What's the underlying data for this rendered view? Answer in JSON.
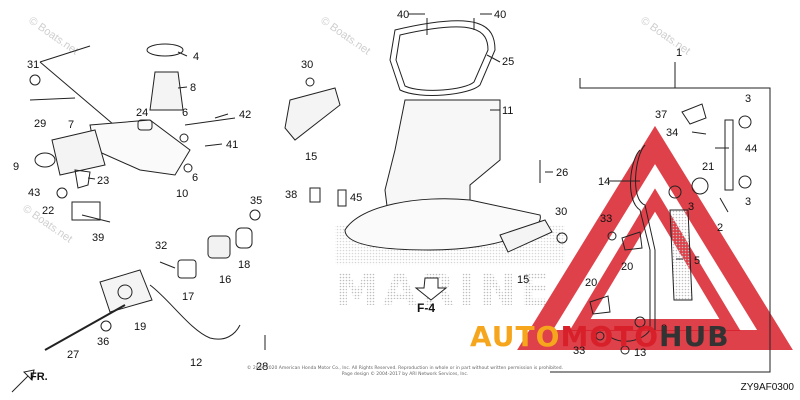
{
  "diagram_code": "ZY9AF0300",
  "direction_label": "FR.",
  "ref_label": "F-4",
  "watermark_text": "© Boats.net",
  "copyright_lines": [
    "© 2004-2020 American Honda Motor Co., Inc. All Rights Reserved. Reproduction in whole or in part without written permission is prohibited.",
    "Page design © 2004-2017 by ARI Network Services, Inc."
  ],
  "marine_watermark": "MARINE",
  "brand": {
    "auto": "AUTO",
    "moto": "MOTO",
    "hub": "HUB"
  },
  "colors": {
    "line": "#222222",
    "watermark": "#c8c8c8",
    "logo_red": "#d8202a",
    "logo_orange": "#f6a61c",
    "logo_dark": "#333333"
  },
  "callouts": [
    {
      "id": "c31",
      "text": "31"
    },
    {
      "id": "c29",
      "text": "29"
    },
    {
      "id": "c4",
      "text": "4"
    },
    {
      "id": "c8",
      "text": "8"
    },
    {
      "id": "c24",
      "text": "24"
    },
    {
      "id": "c6a",
      "text": "6"
    },
    {
      "id": "c42",
      "text": "42"
    },
    {
      "id": "c7",
      "text": "7"
    },
    {
      "id": "c41",
      "text": "41"
    },
    {
      "id": "c9",
      "text": "9"
    },
    {
      "id": "c6b",
      "text": "6"
    },
    {
      "id": "c23",
      "text": "23"
    },
    {
      "id": "c10",
      "text": "10"
    },
    {
      "id": "c43",
      "text": "43"
    },
    {
      "id": "c22",
      "text": "22"
    },
    {
      "id": "c39",
      "text": "39"
    },
    {
      "id": "c40a",
      "text": "40"
    },
    {
      "id": "c40b",
      "text": "40"
    },
    {
      "id": "c25",
      "text": "25"
    },
    {
      "id": "c30a",
      "text": "30"
    },
    {
      "id": "c11",
      "text": "11"
    },
    {
      "id": "c15a",
      "text": "15"
    },
    {
      "id": "c26",
      "text": "26"
    },
    {
      "id": "c38",
      "text": "38"
    },
    {
      "id": "c45",
      "text": "45"
    },
    {
      "id": "c35",
      "text": "35"
    },
    {
      "id": "c32",
      "text": "32"
    },
    {
      "id": "c16",
      "text": "16"
    },
    {
      "id": "c18",
      "text": "18"
    },
    {
      "id": "c17",
      "text": "17"
    },
    {
      "id": "c19",
      "text": "19"
    },
    {
      "id": "c36",
      "text": "36"
    },
    {
      "id": "c27",
      "text": "27"
    },
    {
      "id": "c12",
      "text": "12"
    },
    {
      "id": "c28",
      "text": "28"
    },
    {
      "id": "c30b",
      "text": "30"
    },
    {
      "id": "c15b",
      "text": "15"
    },
    {
      "id": "c1",
      "text": "1"
    },
    {
      "id": "c37",
      "text": "37"
    },
    {
      "id": "c3a",
      "text": "3"
    },
    {
      "id": "c34",
      "text": "34"
    },
    {
      "id": "c44",
      "text": "44"
    },
    {
      "id": "c14",
      "text": "14"
    },
    {
      "id": "c21",
      "text": "21"
    },
    {
      "id": "c3b",
      "text": "3"
    },
    {
      "id": "c3c",
      "text": "3"
    },
    {
      "id": "c2",
      "text": "2"
    },
    {
      "id": "c33a",
      "text": "33"
    },
    {
      "id": "c20a",
      "text": "20"
    },
    {
      "id": "c5",
      "text": "5"
    },
    {
      "id": "c20b",
      "text": "20"
    },
    {
      "id": "c3d",
      "text": "3"
    },
    {
      "id": "c33b",
      "text": "33"
    },
    {
      "id": "c13",
      "text": "13"
    }
  ]
}
